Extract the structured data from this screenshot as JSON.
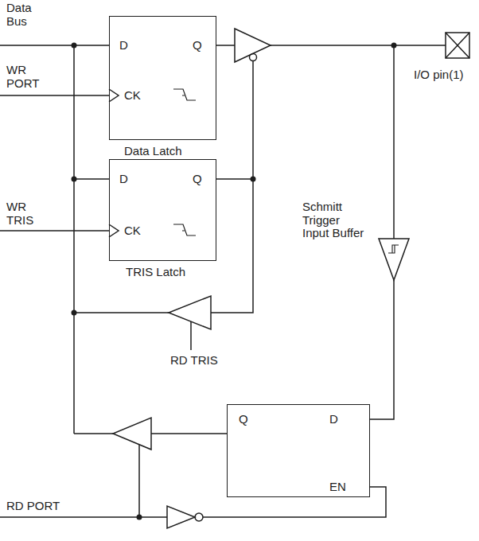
{
  "diagram": {
    "nodes": [
      {
        "text": [
          "D",
          "Q",
          "CK",
          "Data Latch"
        ]
      },
      {
        "text": [
          "D",
          "Q",
          "CK",
          "TRIS Latch"
        ]
      },
      {
        "text": [
          "Q",
          "D",
          "EN"
        ]
      }
    ],
    "labels": [
      "Data Bus",
      "WR PORT",
      "WR TRIS",
      "Schmitt Trigger Input Buffer",
      "RD TRIS",
      "RD PORT",
      "I/O pin(1)"
    ]
  }
}
